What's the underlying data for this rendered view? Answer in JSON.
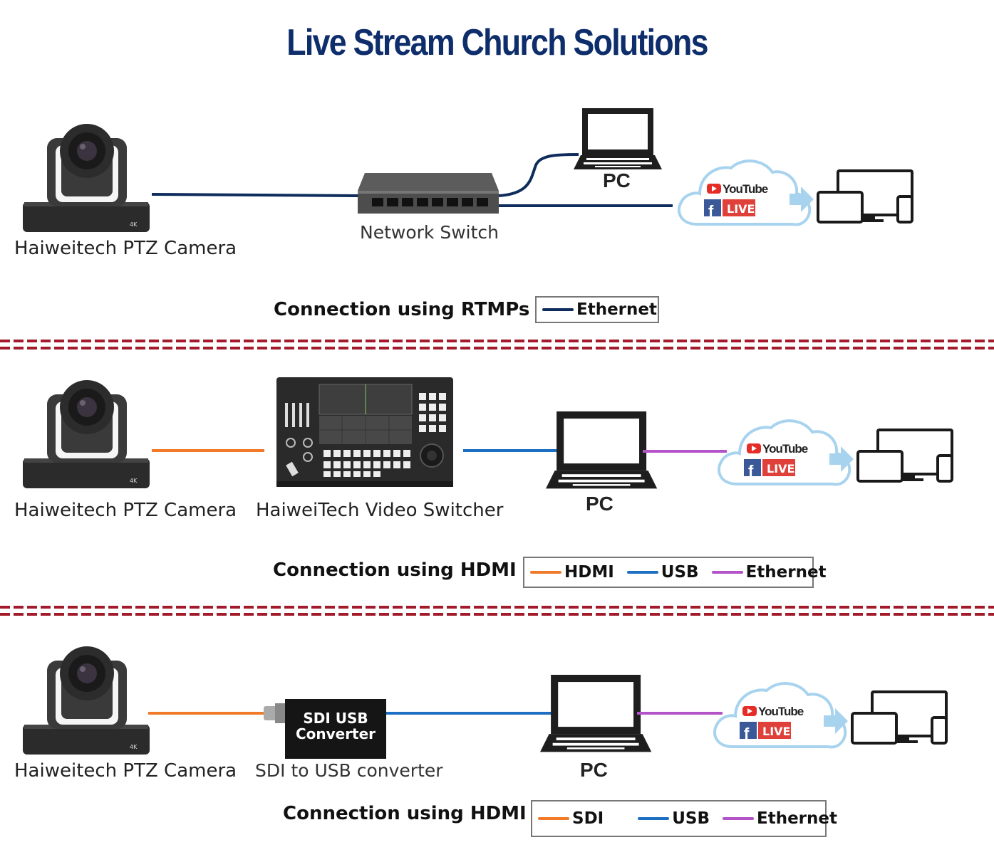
{
  "title": "Live Stream Church Solutions",
  "colors": {
    "ethernet_rtmp": "#0e2d5c",
    "hdmi": "#f07a2a",
    "usb": "#1d6fc4",
    "ethernet": "#b452c8",
    "divider": "#a31b2b",
    "title": "#0e2d6b"
  },
  "icons": [
    "ptz-camera-icon",
    "network-switch-icon",
    "laptop-icon",
    "cloud-icon",
    "youtube-icon",
    "facebook-icon",
    "arrow-right-icon",
    "devices-icon",
    "video-switcher-icon",
    "sdi-converter-icon"
  ],
  "sections": [
    {
      "camera_label": "Haiweitech PTZ Camera",
      "device_label": "Network Switch",
      "pc_label": "PC",
      "youtube": "YouTube",
      "live": "LIVE",
      "connection_label": "Connection using RTMPs",
      "legend": [
        {
          "label": "Ethernet",
          "color": "#0e2d5c"
        }
      ]
    },
    {
      "camera_label": "Haiweitech PTZ Camera",
      "device_label": "HaiweiTech Video Switcher",
      "pc_label": "PC",
      "youtube": "YouTube",
      "live": "LIVE",
      "connection_label": "Connection using HDMI",
      "legend": [
        {
          "label": "HDMI",
          "color": "#f07a2a"
        },
        {
          "label": "USB",
          "color": "#1d6fc4"
        },
        {
          "label": "Ethernet",
          "color": "#b452c8"
        }
      ]
    },
    {
      "camera_label": "Haiweitech PTZ Camera",
      "device_label": "SDI to USB converter",
      "device_text_1": "SDI USB",
      "device_text_2": "Converter",
      "pc_label": "PC",
      "youtube": "YouTube",
      "live": "LIVE",
      "connection_label": "Connection using HDMI",
      "legend": [
        {
          "label": "SDI",
          "color": "#f07a2a"
        },
        {
          "label": "USB",
          "color": "#1d6fc4"
        },
        {
          "label": "Ethernet",
          "color": "#b452c8"
        }
      ]
    }
  ]
}
